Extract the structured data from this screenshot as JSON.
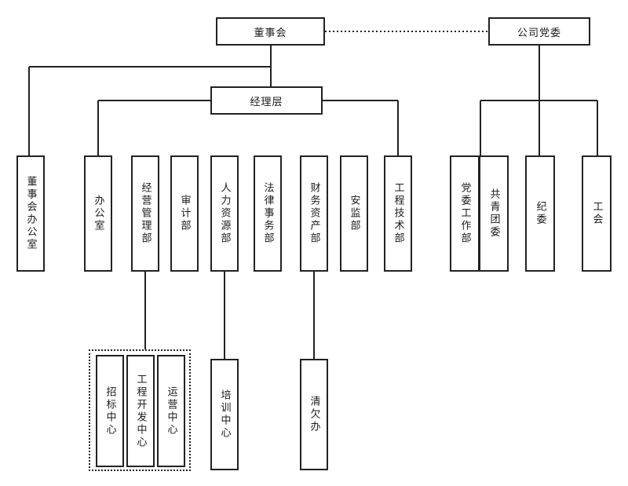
{
  "top": {
    "board": "董事会",
    "party": "公司党委",
    "management": "经理层"
  },
  "board_office": "董事会办公室",
  "departments": {
    "office": "办公室",
    "business": "经营管理部",
    "audit": "审计部",
    "hr": "人力资源部",
    "legal": "法律事务部",
    "finance": "财务资产部",
    "safety": "安监部",
    "engineering": "工程技术部"
  },
  "party_units": {
    "party_work": "党委工作部",
    "youth_league": "共青团委",
    "discipline": "纪委",
    "union": "工会"
  },
  "sub_units": {
    "bidding": "招标中心",
    "project_dev": "工程开发中心",
    "operations": "运营中心",
    "training": "培训中心",
    "debt": "清欠办"
  }
}
